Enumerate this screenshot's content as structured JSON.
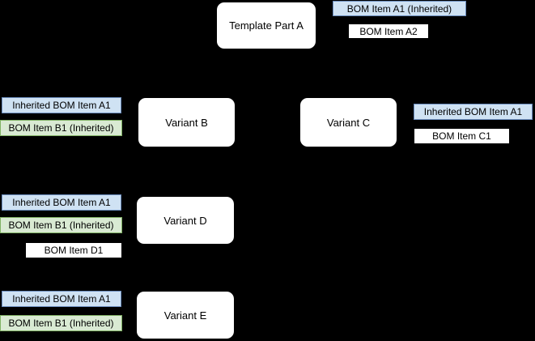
{
  "colors": {
    "background": "#000000",
    "node_fill": "#ffffff",
    "inherited_blue_fill": "#cfe2f3",
    "inherited_blue_border": "#6c8ebf",
    "inherited_green_fill": "#d9ead3",
    "inherited_green_border": "#82b366",
    "plain_fill": "#ffffff",
    "text": "#000000"
  },
  "nodes": [
    {
      "id": "template-part-a",
      "label": "Template Part A"
    },
    {
      "id": "variant-b",
      "label": "Variant B"
    },
    {
      "id": "variant-c",
      "label": "Variant C"
    },
    {
      "id": "variant-d",
      "label": "Variant D"
    },
    {
      "id": "variant-e",
      "label": "Variant E"
    }
  ],
  "bom_labels": {
    "template_a": [
      {
        "text": "BOM Item A1 (Inherited)",
        "type": "inherited-blue"
      },
      {
        "text": "BOM Item A2",
        "type": "plain"
      }
    ],
    "variant_b": [
      {
        "text": "Inherited BOM Item A1",
        "type": "inherited-blue"
      },
      {
        "text": "BOM Item B1 (Inherited)",
        "type": "inherited-green"
      }
    ],
    "variant_c": [
      {
        "text": "Inherited BOM Item A1",
        "type": "inherited-blue"
      },
      {
        "text": "BOM Item C1",
        "type": "plain"
      }
    ],
    "variant_d": [
      {
        "text": "Inherited BOM Item A1",
        "type": "inherited-blue"
      },
      {
        "text": "BOM Item B1 (Inherited)",
        "type": "inherited-green"
      },
      {
        "text": "BOM Item D1",
        "type": "plain"
      }
    ],
    "variant_e": [
      {
        "text": "Inherited BOM Item A1",
        "type": "inherited-blue"
      },
      {
        "text": "BOM Item B1 (Inherited)",
        "type": "inherited-green"
      }
    ]
  }
}
